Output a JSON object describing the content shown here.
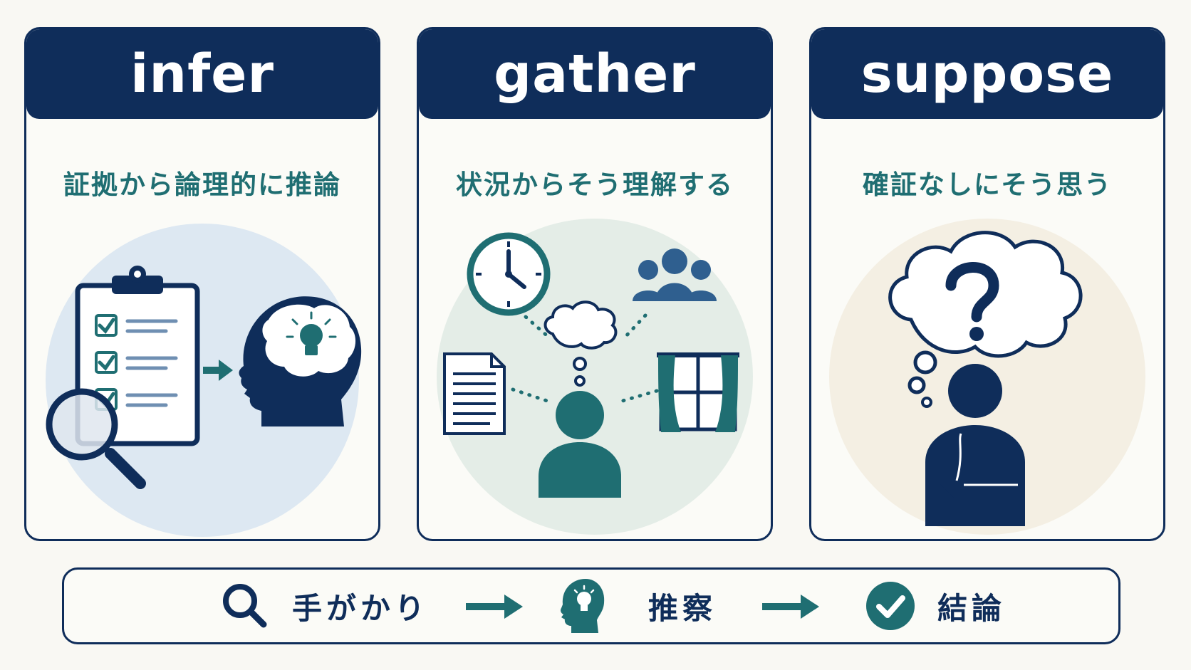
{
  "cards": [
    {
      "word": "infer",
      "desc": "証拠から論理的に推論",
      "icons": [
        "clipboard-checklist-icon",
        "magnifier-icon",
        "arrow-right-icon",
        "head-lightbulb-icon"
      ]
    },
    {
      "word": "gather",
      "desc": "状況からそう理解する",
      "icons": [
        "clock-icon",
        "group-people-icon",
        "document-icon",
        "thought-cloud-icon",
        "window-curtains-icon",
        "person-icon"
      ]
    },
    {
      "word": "suppose",
      "desc": "確証なしにそう思う",
      "icons": [
        "question-thought-cloud-icon",
        "thinking-person-icon"
      ]
    }
  ],
  "flow": [
    {
      "label": "手がかり",
      "icon": "search-icon"
    },
    {
      "label": "推察",
      "icon": "head-lightbulb-icon"
    },
    {
      "label": "結論",
      "icon": "check-circle-icon"
    }
  ],
  "colors": {
    "navy": "#0f2d5a",
    "teal": "#1f6e72",
    "blue_mid": "#2f5f8f",
    "circle_infer": "#dde8f2",
    "circle_gather": "#e4ede7",
    "circle_suppose": "#f4efe3",
    "background": "#f9f8f3"
  }
}
